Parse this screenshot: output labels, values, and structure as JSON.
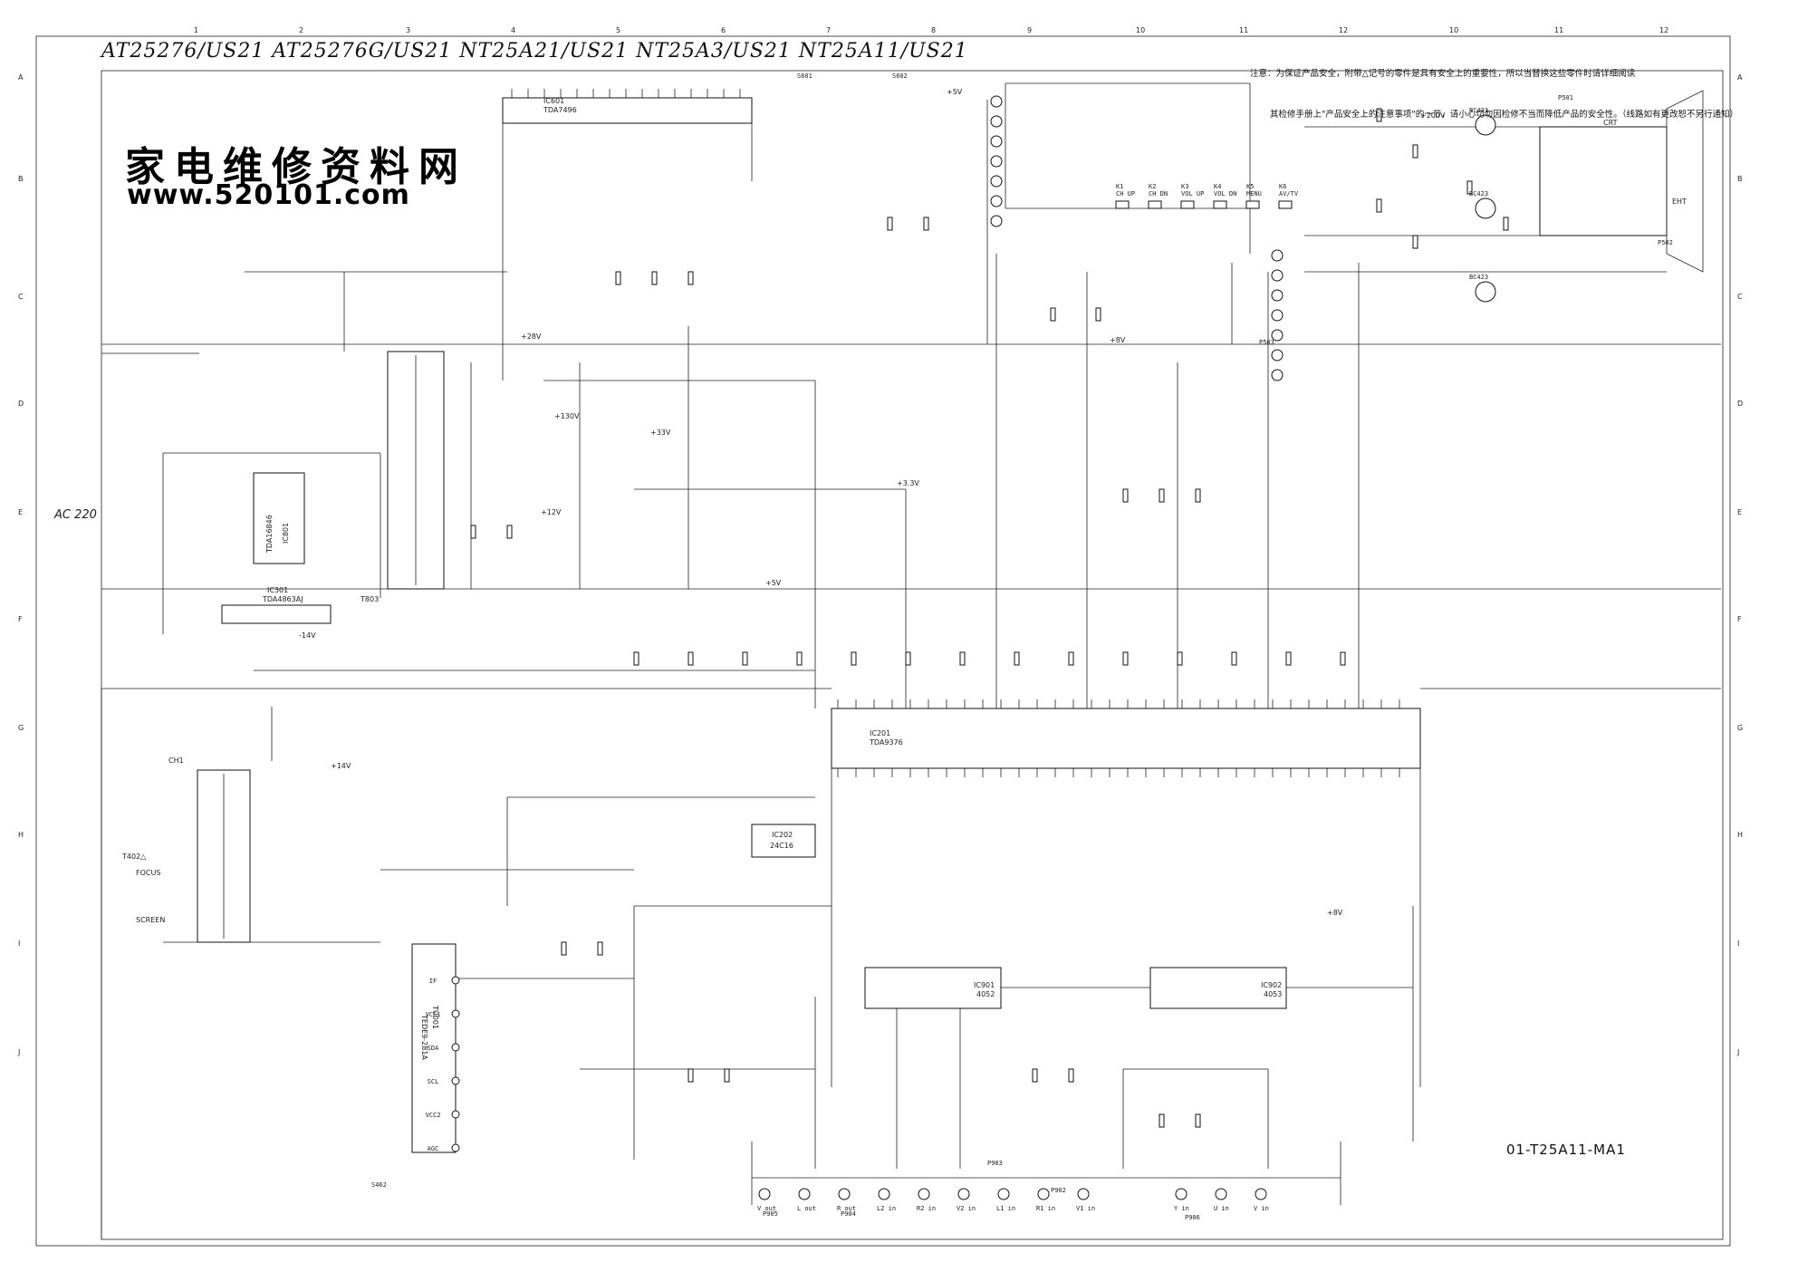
{
  "header": {
    "models": "AT25276/US21   AT25276G/US21   NT25A21/US21   NT25A3/US21   NT25A11/US21",
    "note_lines": [
      "注意：为保证产品安全，附带△记号的零件是具有安全上的重要性，所以当替换这些零件时请详细阅读",
      "其检修手册上\"产品安全上的注意事项\"的一节，请小心切勿因检修不当而降低产品的安全性。（线路如有更改恕不另行通知）"
    ]
  },
  "watermark": {
    "title": "家电维修资料网",
    "url": "www.520101.com"
  },
  "grid": {
    "top_numbers": [
      "1",
      "2",
      "3",
      "4",
      "5",
      "6",
      "7",
      "8",
      "9",
      "10",
      "11",
      "12",
      "10",
      "11",
      "12"
    ],
    "left_letters": [
      "A",
      "B",
      "C",
      "D",
      "E",
      "F",
      "G",
      "H",
      "I",
      "J"
    ],
    "right_letters": [
      "A",
      "B",
      "C",
      "D",
      "E",
      "F",
      "G",
      "H",
      "I",
      "J"
    ]
  },
  "drawing_number": "01-T25A11-MA1",
  "ics": [
    {
      "ref": "IC601",
      "part": "TDA7496"
    },
    {
      "ref": "IC801",
      "part": "TDA16846"
    },
    {
      "ref": "IC301",
      "part": "TDA4863AJ"
    },
    {
      "ref": "IC201",
      "part": "TDA9376"
    },
    {
      "ref": "IC202",
      "part": "24C16"
    },
    {
      "ref": "IC901",
      "part": "4052"
    },
    {
      "ref": "IC902",
      "part": "4053"
    },
    {
      "ref": "TU001",
      "part": "TEDE9-281A"
    }
  ],
  "tuner_pins": [
    "IF",
    "VCC1",
    "SDA",
    "SCL",
    "VCC2",
    "AGC"
  ],
  "labels": {
    "ac_input": "AC 220",
    "t803": "T803",
    "t402": "T402△",
    "focus": "FOCUS",
    "screen": "SCREEN",
    "crt": "CRT",
    "eht": "EHT",
    "ch1": "CH1",
    "rail_plus5": "+5V",
    "rail_plus8": "+8V",
    "rail_plus33": "+3.3V",
    "rail_plus12": "+12V",
    "rail_plus28": "+28V",
    "rail_plus14": "+14V",
    "rail_minus14": "-14V",
    "rail_plus130": "+130V",
    "rail_plus200": "+200V",
    "rail_plus33v": "+33V"
  },
  "key_buttons": [
    "CH UP",
    "CH DN",
    "VOL UP",
    "VOL DN",
    "MENU",
    "AV/TV"
  ],
  "key_refs": [
    "K1",
    "K2",
    "K3",
    "K4",
    "K5",
    "K6"
  ],
  "transistors_video": [
    "BC423",
    "BC423",
    "BC423"
  ],
  "connectors": [
    "P902",
    "P903",
    "P904",
    "P905",
    "P906",
    "P501",
    "P502",
    "P503",
    "S601",
    "S602",
    "S462"
  ],
  "av_jacks": [
    "V out",
    "L out",
    "R out",
    "L2 in",
    "R2 in",
    "V2 in",
    "L1 in",
    "R1 in",
    "V1 in",
    "Y in",
    "U in",
    "V in"
  ]
}
